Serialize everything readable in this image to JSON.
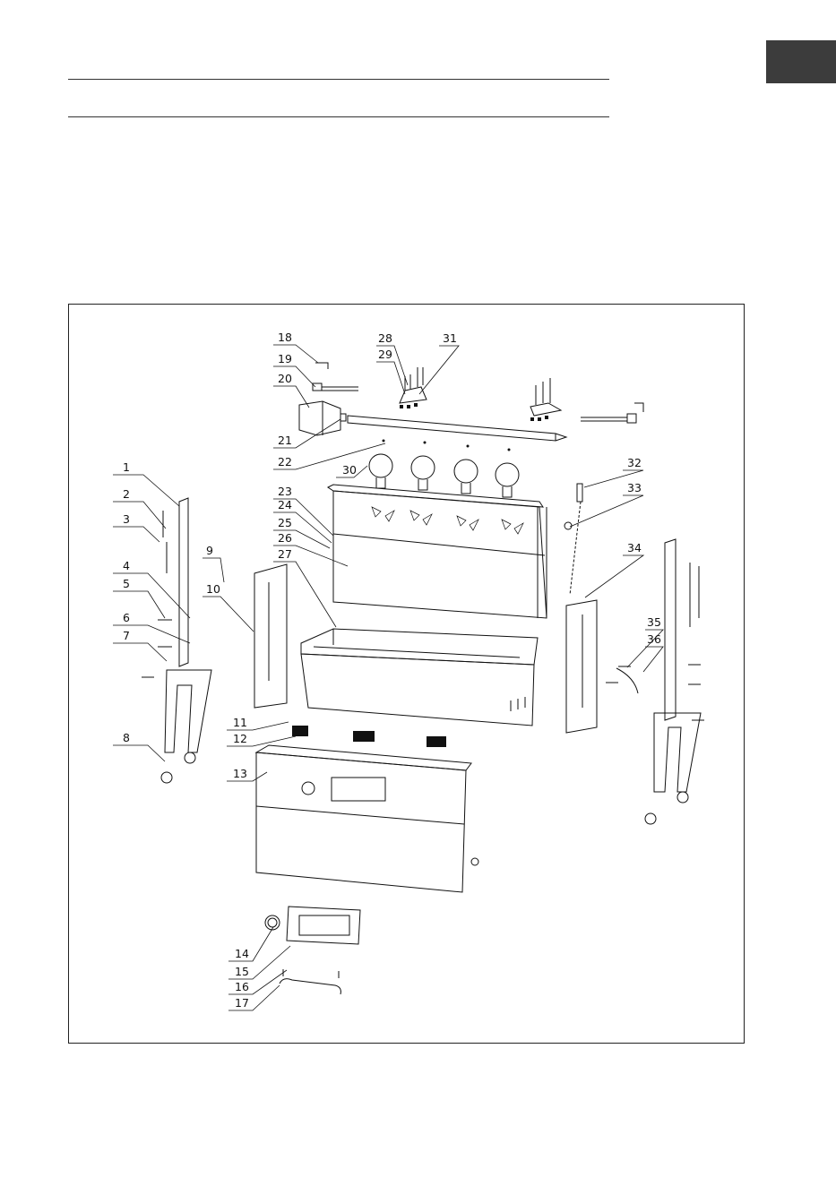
{
  "header": {
    "lang_tab_color": "#3c3c3c"
  },
  "diagram": {
    "labels": [
      "1",
      "2",
      "3",
      "4",
      "5",
      "6",
      "7",
      "8",
      "9",
      "10",
      "11",
      "12",
      "13",
      "14",
      "15",
      "16",
      "17",
      "18",
      "19",
      "20",
      "21",
      "22",
      "23",
      "24",
      "25",
      "26",
      "27",
      "28",
      "29",
      "30",
      "31",
      "32",
      "33",
      "34",
      "35",
      "36"
    ]
  }
}
